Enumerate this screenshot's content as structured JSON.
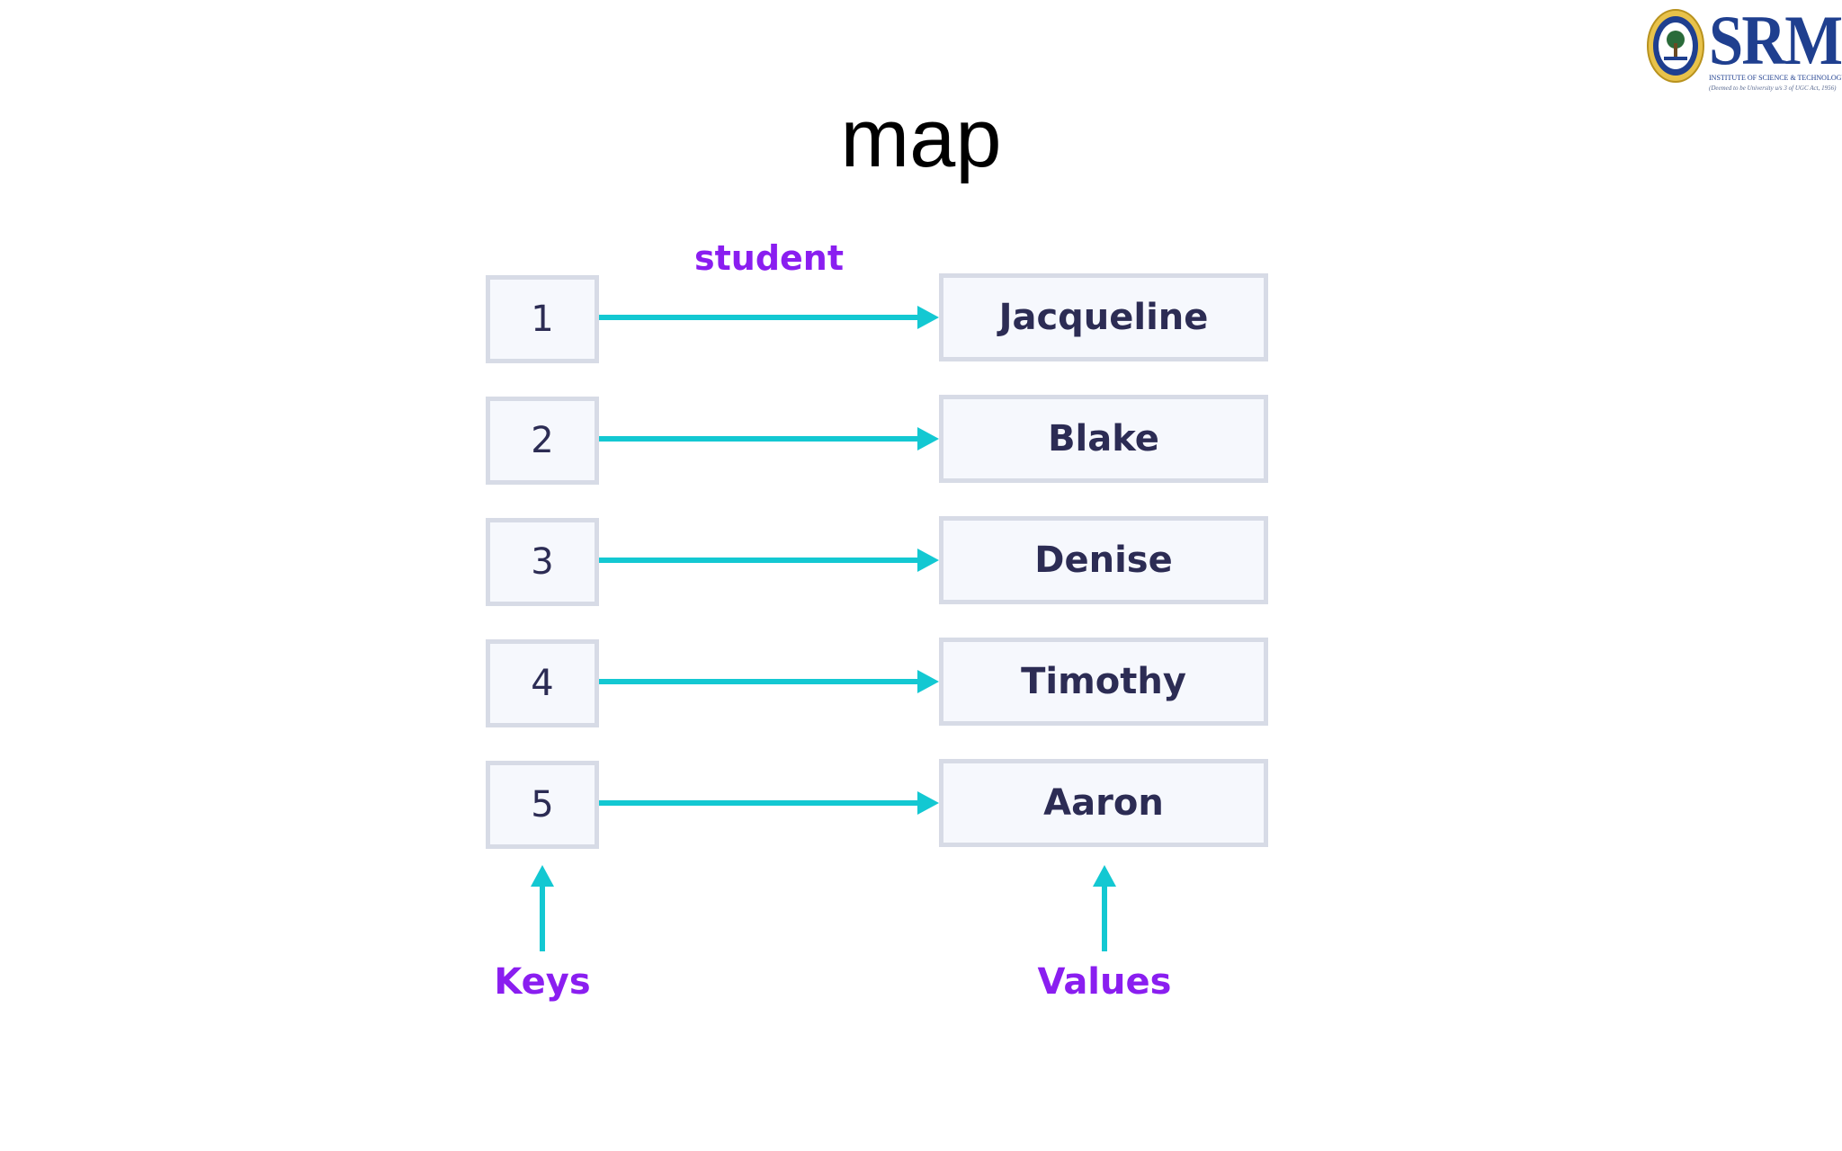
{
  "title": "map",
  "logo": {
    "name": "SRM",
    "subtitle": "INSTITUTE OF SCIENCE & TECHNOLOGY",
    "tagline": "(Deemed to be University u/s 3 of UGC Act, 1956)"
  },
  "map_name": "student",
  "entries": [
    {
      "key": "1",
      "value": "Jacqueline"
    },
    {
      "key": "2",
      "value": "Blake"
    },
    {
      "key": "3",
      "value": "Denise"
    },
    {
      "key": "4",
      "value": "Timothy"
    },
    {
      "key": "5",
      "value": "Aaron"
    }
  ],
  "labels": {
    "keys": "Keys",
    "values": "Values"
  },
  "colors": {
    "arrow": "#13c8d2",
    "label": "#8a1ef0",
    "box_border": "#d7dbe6",
    "box_fill": "#f6f8fd",
    "text": "#2c2c54"
  }
}
